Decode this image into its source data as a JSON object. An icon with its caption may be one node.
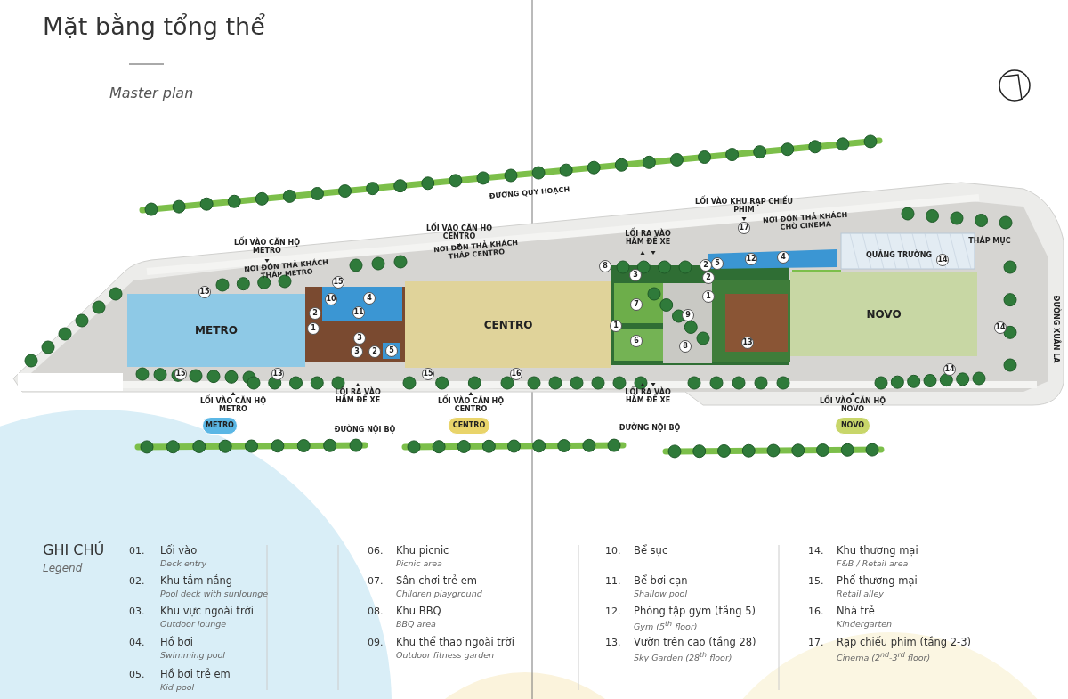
{
  "diagram": {
    "title": "Mặt bằng tổng thể",
    "nodes": [
      {
        "text": [
          "METRO"
        ]
      },
      {
        "text": [
          "CENTRO"
        ]
      },
      {
        "text": [
          "NOVO"
        ]
      },
      {
        "text": [
          "METRO"
        ]
      },
      {
        "text": [
          "CENTRO"
        ]
      },
      {
        "text": [
          "NOVO"
        ]
      },
      {
        "text": [
          "17"
        ]
      },
      {
        "text": [
          "4"
        ]
      },
      {
        "text": [
          "12"
        ]
      },
      {
        "text": [
          "14"
        ]
      },
      {
        "text": [
          "5"
        ]
      },
      {
        "text": [
          "2"
        ]
      },
      {
        "text": [
          "8"
        ]
      },
      {
        "text": [
          "3"
        ]
      },
      {
        "text": [
          "2"
        ]
      },
      {
        "text": [
          "15"
        ]
      },
      {
        "text": [
          "15"
        ]
      },
      {
        "text": [
          "1"
        ]
      },
      {
        "text": [
          "4"
        ]
      },
      {
        "text": [
          "10"
        ]
      },
      {
        "text": [
          "7"
        ]
      },
      {
        "text": [
          "11"
        ]
      },
      {
        "text": [
          "2"
        ]
      },
      {
        "text": [
          "9"
        ]
      },
      {
        "text": [
          "1"
        ]
      },
      {
        "text": [
          "14"
        ]
      },
      {
        "text": [
          "1"
        ]
      },
      {
        "text": [
          "3"
        ]
      },
      {
        "text": [
          "6"
        ]
      },
      {
        "text": [
          "13"
        ]
      },
      {
        "text": [
          "8"
        ]
      },
      {
        "text": [
          "5"
        ]
      },
      {
        "text": [
          "3"
        ]
      },
      {
        "text": [
          "2"
        ]
      },
      {
        "text": [
          "14"
        ]
      },
      {
        "text": [
          "15"
        ]
      },
      {
        "text": [
          "13"
        ]
      },
      {
        "text": [
          "15"
        ]
      },
      {
        "text": [
          "16"
        ]
      }
    ],
    "edges": [],
    "labels": [
      "Master plan",
      "ĐƯỜNG QUY HOẠCH",
      "LỐI VÀO CĂN HỘ METRO",
      "NƠI ĐÓN THẢ KHÁCH THÁP METRO",
      "LỐI VÀO CĂN HỘ CENTRO",
      "NƠI ĐÓN THẢ KHÁCH THÁP CENTRO",
      "LỐI RA VÀO HẦM ĐỂ XE",
      "LỐI VÀO KHU RẠP CHIẾU PHIM",
      "NƠI ĐÓN THẢ KHÁCH CHỜ CINEMA",
      "QUẢNG TRƯỜNG",
      "THÁP MỤC",
      "ĐƯỜNG XUÂN LA",
      "LỐI RA VÀO HẦM ĐỂ XE",
      "LỐI VÀO CĂN HỘ METRO",
      "LỐI VÀO CĂN HỘ CENTRO",
      "LỐI RA VÀO HẦM ĐỂ XE",
      "LỐI VÀO CĂN HỘ NOVO",
      "ĐƯỜNG NỘI BỘ",
      "ĐƯỜNG NỘI BỘ",
      "GHI CHÚ",
      "Legend",
      "01.",
      "Lối vào",
      "Deck entry",
      "02.",
      "Khu tắm nắng",
      "Pool deck with sunlounge",
      "03.",
      "Khu vực ngoài trời",
      "Outdoor lounge",
      "04.",
      "Hồ bơi",
      "Swimming pool",
      "05.",
      "Hồ bơi trẻ em",
      "Kid pool",
      "06.",
      "Khu picnic",
      "Picnic area",
      "07.",
      "Sân chơi trẻ em",
      "Children playground",
      "08.",
      "Khu BBQ",
      "BBQ area",
      "09.",
      "Khu thể thao ngoài trời",
      "Outdoor fitness garden",
      "10.",
      "Bể sục",
      "11.",
      "Bể bơi cạn",
      "Shallow pool",
      "12.",
      "Phòng tập gym (tầng 5)",
      "Gym (5$^{th}$ floor)",
      "13.",
      "Vườn trên cao (tầng 28)",
      "Sky Garden (28$^{th}$ floor)",
      "14.",
      "Khu thương mại",
      "F&B / Retail area",
      "15.",
      "Phố thương mại",
      "Retail alley",
      "16.",
      "Nhà trẻ",
      "Kindergarten",
      "17.",
      "Rạp chiếu phim (tầng 2-3)",
      "Cinema (2$^{nd}$-3$^{rd}$ floor)"
    ]
  }
}
